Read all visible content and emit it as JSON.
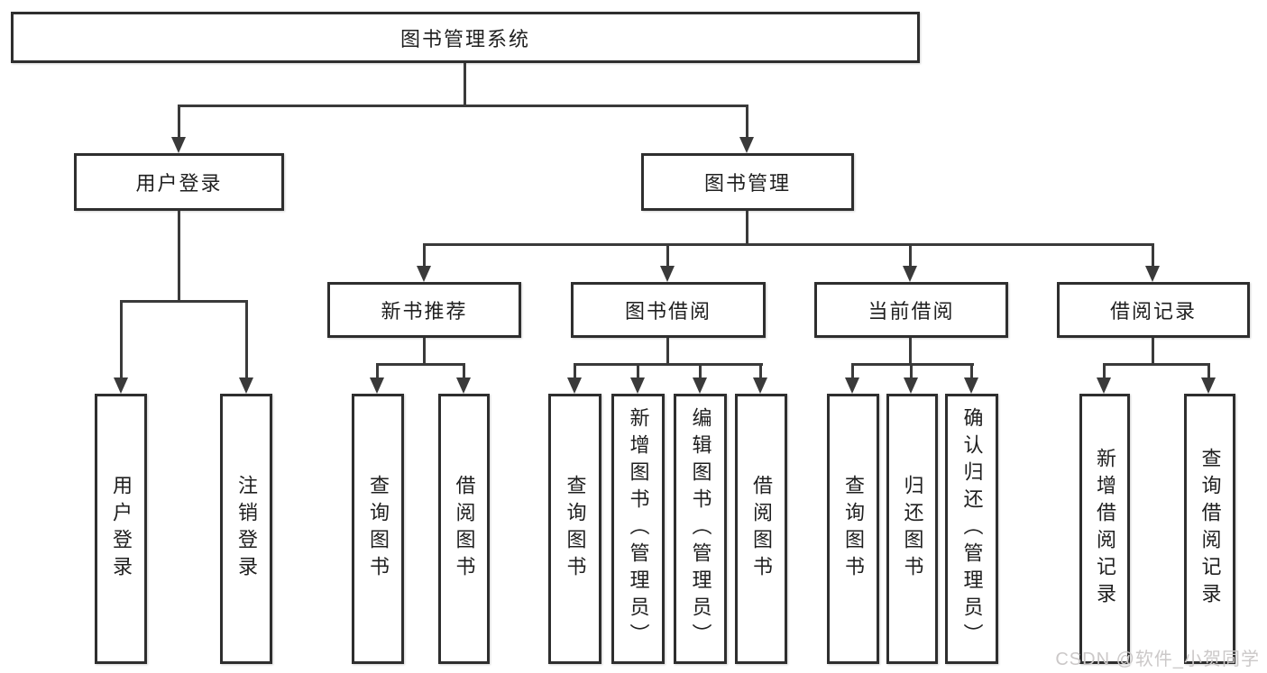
{
  "tree": {
    "root": "图书管理系统",
    "branches": [
      {
        "label": "用户登录",
        "children": [
          {
            "label": "用户登录"
          },
          {
            "label": "注销登录"
          }
        ]
      },
      {
        "label": "图书管理",
        "sections": [
          {
            "label": "新书推荐",
            "children": [
              {
                "label": "查询图书"
              },
              {
                "label": "借阅图书"
              }
            ]
          },
          {
            "label": "图书借阅",
            "children": [
              {
                "label": "查询图书"
              },
              {
                "label": "新增图书（管理员）"
              },
              {
                "label": "编辑图书（管理员）"
              },
              {
                "label": "借阅图书"
              }
            ]
          },
          {
            "label": "当前借阅",
            "children": [
              {
                "label": "查询图书"
              },
              {
                "label": "归还图书"
              },
              {
                "label": "确认归还（管理员）"
              }
            ]
          },
          {
            "label": "借阅记录",
            "children": [
              {
                "label": "新增借阅记录"
              },
              {
                "label": "查询借阅记录"
              }
            ]
          }
        ]
      }
    ]
  },
  "watermark": {
    "text": "CSDN @软件_小贺同学"
  },
  "colors": {
    "line": "#3a3a3a",
    "box_border": "#2e2e2e",
    "text": "#1f1f1f",
    "background": "#ffffff",
    "watermark": "#cbc8c8"
  }
}
